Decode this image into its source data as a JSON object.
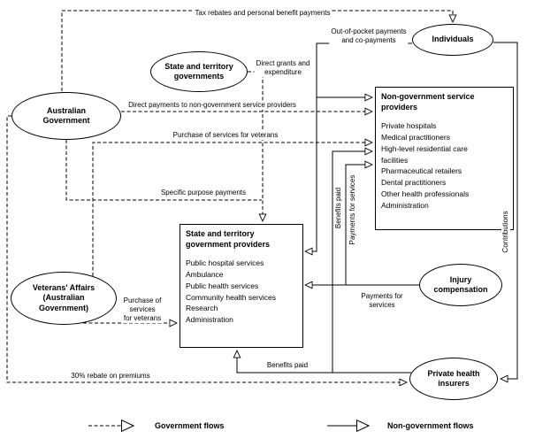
{
  "nodes": {
    "australian_government": {
      "label": "Australian\nGovernment"
    },
    "state_territory_governments": {
      "label": "State and territory\ngovernments"
    },
    "individuals": {
      "label": "Individuals"
    },
    "veterans_affairs": {
      "label": "Veterans' Affairs\n(Australian\nGovernment)"
    },
    "injury_compensation": {
      "label": "Injury\ncompensation"
    },
    "private_health_insurers": {
      "label": "Private health\ninsurers"
    }
  },
  "boxes": {
    "non_government_providers": {
      "title": "Non-government service\nproviders",
      "items": [
        "Private hospitals",
        "Medical practitioners",
        "High-level residential care\nfacilities",
        "Pharmaceutical retailers",
        "Dental practitioners",
        "Other health professionals",
        "Administration"
      ]
    },
    "state_government_providers": {
      "title": "State and territory\ngovernment providers",
      "items": [
        "Public hospital services",
        "Ambulance",
        "Public health services",
        "Community health services",
        "Research",
        "Administration"
      ]
    }
  },
  "flows": {
    "tax_rebates": "Tax rebates and personal benefit payments",
    "out_of_pocket": "Out-of-pocket payments\nand co-payments",
    "direct_grants": "Direct grants and\nexpenditure",
    "direct_payments": "Direct payments to non-government service providers",
    "purchase_veterans_nongov": "Purchase of services for veterans",
    "specific_purpose": "Specific purpose payments",
    "purchase_veterans_state": "Purchase of\nservices\nfor veterans",
    "benefits_paid_vertical": "Benefits paid",
    "payments_for_services_vertical": "Payments for services",
    "contributions": "Contributions",
    "payments_for_services": "Payments for\nservices",
    "benefits_paid": "Benefits paid",
    "rebate_premiums": "30% rebate on premiums"
  },
  "legend": {
    "government": "Government flows",
    "non_government": "Non-government flows"
  }
}
